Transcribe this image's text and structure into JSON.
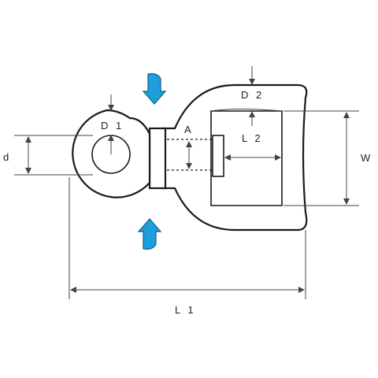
{
  "labels": {
    "d": "d",
    "d1": "D 1",
    "d2": "D 2",
    "a": "A",
    "l1": "L 1",
    "l2": "L 2",
    "w": "W"
  },
  "colors": {
    "arrow_fill": "#1e9fdc",
    "arrow_stroke": "#0b5e8a",
    "outline": "#1a1a1a",
    "dimension": "#444444"
  },
  "icons": {
    "rotation_top": "curved-arrow-down-icon",
    "rotation_bottom": "curved-arrow-up-icon"
  }
}
